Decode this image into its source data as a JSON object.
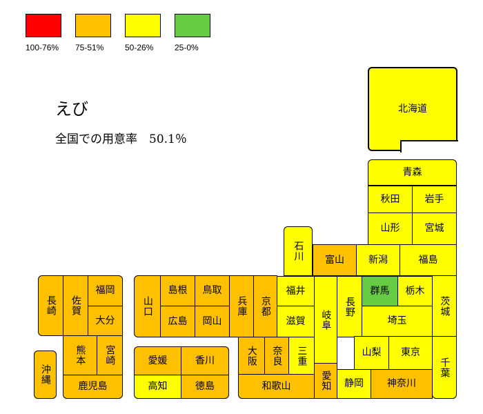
{
  "colors": {
    "red": "#ff0000",
    "orange": "#ffc000",
    "yellow": "#ffff00",
    "green": "#66cc44"
  },
  "legend": [
    {
      "label": "100-76%",
      "color": "#ff0000"
    },
    {
      "label": "75-51%",
      "color": "#ffc000"
    },
    {
      "label": "50-26%",
      "color": "#ffff00"
    },
    {
      "label": "25-0%",
      "color": "#66cc44"
    }
  ],
  "title": "えび",
  "subtitle": "全国での用意率　50.1％",
  "prefectures": {
    "hokkaido": {
      "name": "北海道",
      "color": "#ffff00"
    },
    "aomori": {
      "name": "青森",
      "color": "#ffff00"
    },
    "akita": {
      "name": "秋田",
      "color": "#ffff00"
    },
    "iwate": {
      "name": "岩手",
      "color": "#ffff00"
    },
    "yamagata": {
      "name": "山形",
      "color": "#ffff00"
    },
    "miyagi": {
      "name": "宮城",
      "color": "#ffff00"
    },
    "niigata": {
      "name": "新潟",
      "color": "#ffff00"
    },
    "fukushima": {
      "name": "福島",
      "color": "#ffff00"
    },
    "ishikawa": {
      "name": "石川",
      "color": "#ffff00"
    },
    "toyama": {
      "name": "富山",
      "color": "#ffc000"
    },
    "fukui": {
      "name": "福井",
      "color": "#ffff00"
    },
    "shiga": {
      "name": "滋賀",
      "color": "#ffff00"
    },
    "gifu": {
      "name": "岐阜",
      "color": "#ffff00"
    },
    "nagano": {
      "name": "長野",
      "color": "#ffff00"
    },
    "gunma": {
      "name": "群馬",
      "color": "#66cc44"
    },
    "tochigi": {
      "name": "栃木",
      "color": "#ffff00"
    },
    "ibaraki": {
      "name": "茨城",
      "color": "#ffff00"
    },
    "saitama": {
      "name": "埼玉",
      "color": "#ffff00"
    },
    "yamanashi": {
      "name": "山梨",
      "color": "#ffff00"
    },
    "tokyo": {
      "name": "東京",
      "color": "#ffff00"
    },
    "chiba": {
      "name": "千葉",
      "color": "#ffff00"
    },
    "aichi": {
      "name": "愛知",
      "color": "#ffc000"
    },
    "shizuoka": {
      "name": "静岡",
      "color": "#ffff00"
    },
    "kanagawa": {
      "name": "神奈川",
      "color": "#ffc000"
    },
    "mie": {
      "name": "三重",
      "color": "#ffff00"
    },
    "nara": {
      "name": "奈良",
      "color": "#ffc000"
    },
    "osaka": {
      "name": "大阪",
      "color": "#ffc000"
    },
    "wakayama": {
      "name": "和歌山",
      "color": "#ffc000"
    },
    "kyoto": {
      "name": "京都",
      "color": "#ffc000"
    },
    "hyogo": {
      "name": "兵庫",
      "color": "#ffc000"
    },
    "tottori": {
      "name": "鳥取",
      "color": "#ffc000"
    },
    "shimane": {
      "name": "島根",
      "color": "#ffc000"
    },
    "okayama": {
      "name": "岡山",
      "color": "#ffc000"
    },
    "hiroshima": {
      "name": "広島",
      "color": "#ffc000"
    },
    "yamaguchi": {
      "name": "山口",
      "color": "#ffc000"
    },
    "ehime": {
      "name": "愛媛",
      "color": "#ffc000"
    },
    "kagawa": {
      "name": "香川",
      "color": "#ffc000"
    },
    "kochi": {
      "name": "高知",
      "color": "#ffff00"
    },
    "tokushima": {
      "name": "徳島",
      "color": "#ffc000"
    },
    "fukuoka": {
      "name": "福岡",
      "color": "#ffc000"
    },
    "saga": {
      "name": "佐賀",
      "color": "#ffc000"
    },
    "nagasaki": {
      "name": "長崎",
      "color": "#ffc000"
    },
    "oita": {
      "name": "大分",
      "color": "#ffc000"
    },
    "kumamoto": {
      "name": "熊本",
      "color": "#ffc000"
    },
    "miyazaki": {
      "name": "宮崎",
      "color": "#ffc000"
    },
    "kagoshima": {
      "name": "鹿児島",
      "color": "#ffc000"
    },
    "okinawa": {
      "name": "沖縄",
      "color": "#ffc000"
    }
  }
}
